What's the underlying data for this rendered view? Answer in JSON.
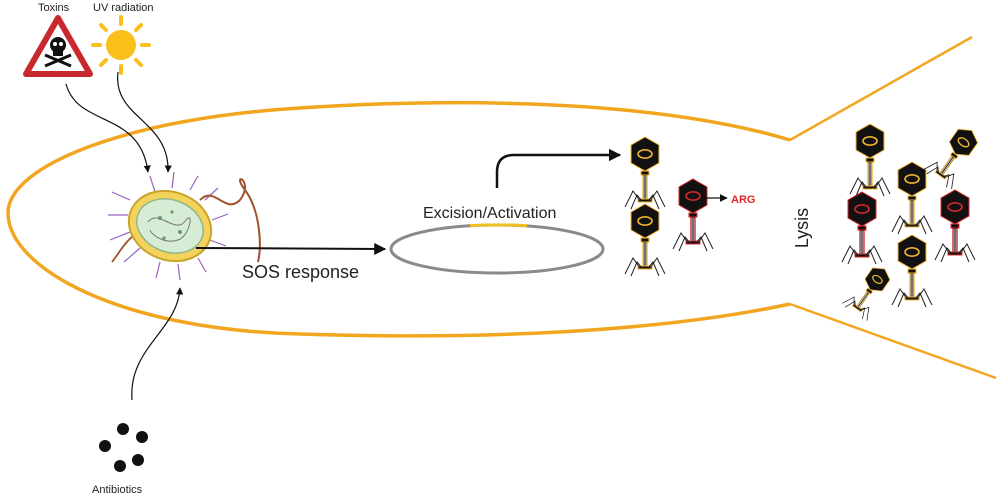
{
  "labels": {
    "toxins": "Toxins",
    "uv": "UV radiation",
    "antibiotics": "Antibiotics",
    "sos": "SOS response",
    "excision": "Excision/Activation",
    "arg": "ARG",
    "lysis": "Lysis"
  },
  "icons": {
    "toxins": "skull-crossbones-warning-icon",
    "uv": "sun-icon",
    "antibiotics": "pill-dots-icon",
    "bacterium": "bacterium-cell-icon",
    "plasmid": "circular-dna-icon",
    "phage": "bacteriophage-icon"
  },
  "colors": {
    "outline": "#f2a51f",
    "sun": "#fbbf1a",
    "warning_red": "#c8282e",
    "arg_red": "#e0262a",
    "phage_body": "#111111",
    "capsid_ring": "#f4b633",
    "capsid_ring_arg": "#d8282c",
    "plasmid_gray": "#8a8a8a",
    "plasmid_highlight": "#f0c020"
  }
}
